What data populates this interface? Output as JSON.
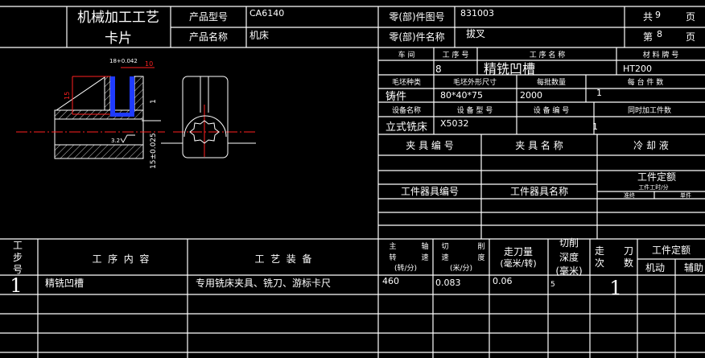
{
  "header": {
    "card_title_line1": "机械加工工艺",
    "card_title_line2": "卡片",
    "product_model_label": "产品型号",
    "product_model": "CA6140",
    "product_name_label": "产品名称",
    "product_name": "机床",
    "part_number_label": "零(部)件图号",
    "part_number": "831003",
    "part_name_label": "零(部)件名称",
    "part_name": "拔叉",
    "total_label": "共",
    "total_pages": "9",
    "page_unit": "页",
    "current_label": "第",
    "current_page": "8"
  },
  "drawing": {
    "dim_slot_width": "18+0.042",
    "dim_top": "10",
    "dim_depth": "15",
    "dim_height": "15±0.025",
    "roughness": "3.2",
    "section_mark": "1",
    "colors": {
      "outline": "#ffffff",
      "dimension": "#ff2020",
      "machined_surface": "#1f3bff"
    }
  },
  "process": {
    "headers": {
      "workshop": "车 间",
      "op_no": "工 序 号",
      "op_name": "工 序 名 称",
      "material": "材 料 牌 号"
    },
    "op_no": "8",
    "op_name": "精铣凹槽",
    "material": "HT200",
    "blank_headers": {
      "type": "毛坯种类",
      "size": "毛坯外形尺寸",
      "batch": "每批数量",
      "per_unit": "每 台 件 数"
    },
    "blank_type": "铸件",
    "blank_size": "80*40*75",
    "batch_qty": "2000",
    "per_unit": "1",
    "equip_headers": {
      "name": "设备名称",
      "model": "设 备 型 号",
      "number": "设 备 编 号",
      "simul": "同时加工件数"
    },
    "equip_name": "立式铣床",
    "equip_model": "X5032",
    "simul_count": "1"
  },
  "fixture": {
    "fixture_no": "夹 具 编 号",
    "fixture_name": "夹 具 名 称",
    "coolant": "冷 却 液",
    "tool_no": "工件器具编号",
    "tool_name": "工件器具名称",
    "quota": "工件定额",
    "time_label": "工件工时/分",
    "prep": "准终",
    "unit": "单件"
  },
  "steps": {
    "headers": {
      "step_no": [
        "工",
        "步",
        "号"
      ],
      "content": "工  序  内  容",
      "equipment": "工  艺  装  备",
      "spindle": [
        "主",
        "轴",
        "转",
        "速",
        "(转/分)"
      ],
      "speed": [
        "切",
        "削",
        "速",
        "度",
        "(米/分)"
      ],
      "feed": [
        "走刀量",
        "(毫米/转)"
      ],
      "depth": [
        "切削",
        "深度",
        "(毫米)"
      ],
      "passes": [
        "走",
        "刀",
        "次",
        "数"
      ],
      "quota": "工件定额",
      "machine": "机动",
      "aux": "辅助"
    },
    "rows": [
      {
        "no": "1",
        "content": "精铣凹槽",
        "equipment": "专用铣床夹具、铣刀、游标卡尺",
        "spindle": "460",
        "speed": "0.083",
        "feed": "0.06",
        "depth": "5",
        "passes": "1",
        "machine": "",
        "aux": ""
      }
    ]
  }
}
